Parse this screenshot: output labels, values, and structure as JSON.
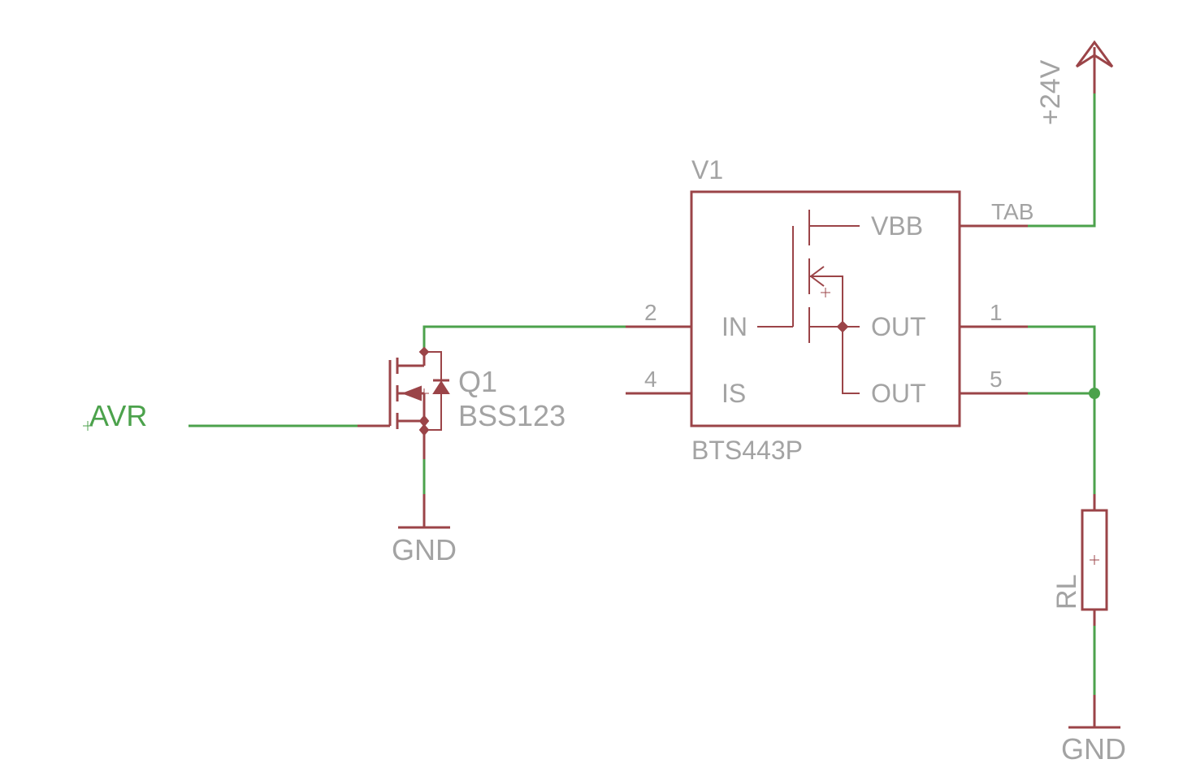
{
  "colors": {
    "wire": "#4ca24c",
    "symbol": "#9b4448",
    "text": "#a3a3a3",
    "net_label": "#4ca24c"
  },
  "net_label": "AVR",
  "power": {
    "supply": "+24V",
    "ground_q1": "GND",
    "ground_rl": "GND"
  },
  "q1": {
    "name": "Q1",
    "value": "BSS123"
  },
  "v1": {
    "name": "V1",
    "value": "BTS443P",
    "pins": {
      "in_number": "2",
      "is_number": "4",
      "tab_label": "TAB",
      "out1_number": "1",
      "out2_number": "5"
    },
    "pin_names": {
      "in": "IN",
      "is": "IS",
      "vbb": "VBB",
      "out1": "OUT",
      "out2": "OUT"
    }
  },
  "rl": {
    "name": "RL"
  }
}
